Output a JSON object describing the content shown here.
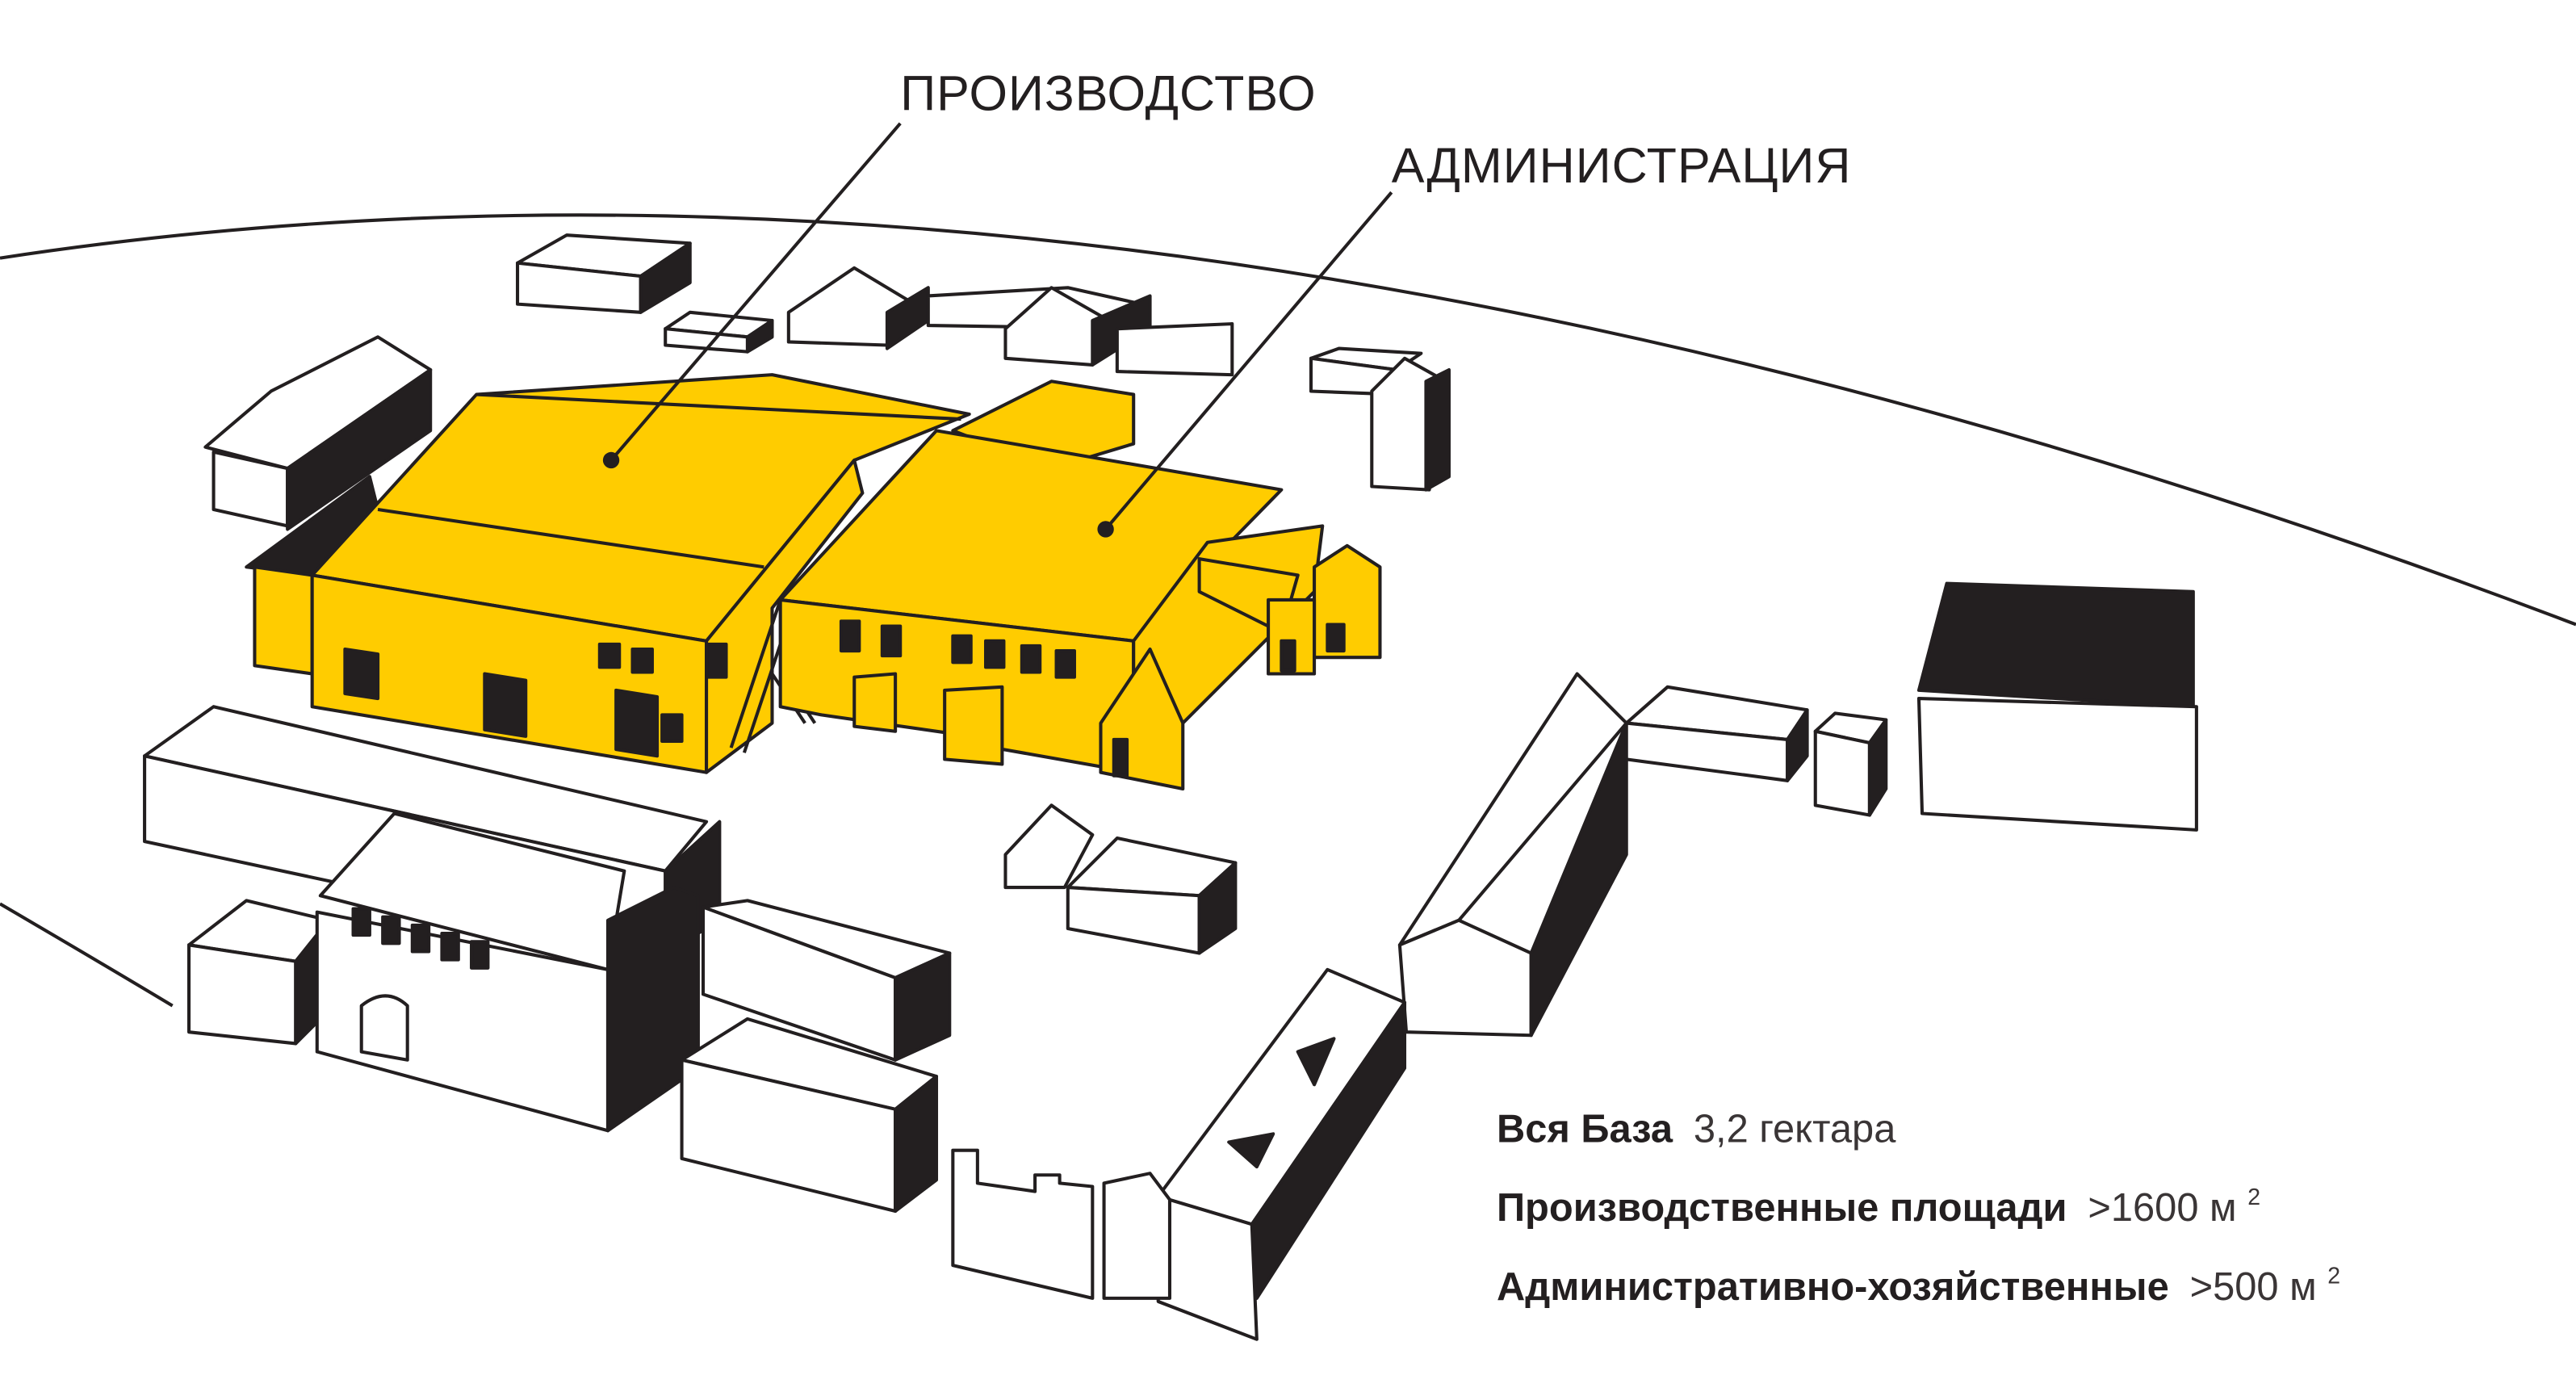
{
  "labels": {
    "production": "ПРОИЗВОДСТВО",
    "administration": "АДМИНИСТРАЦИЯ"
  },
  "stats": [
    {
      "label": "Вся База",
      "value": "3,2 гектара"
    },
    {
      "label": "Производственные площади",
      "value": ">1600 м",
      "sup": "2"
    },
    {
      "label": "Административно-хозяйственные",
      "value": ">500 м",
      "sup": "2"
    }
  ],
  "colors": {
    "highlight": "#ffcc00",
    "ink": "#231f20",
    "background": "#ffffff"
  }
}
